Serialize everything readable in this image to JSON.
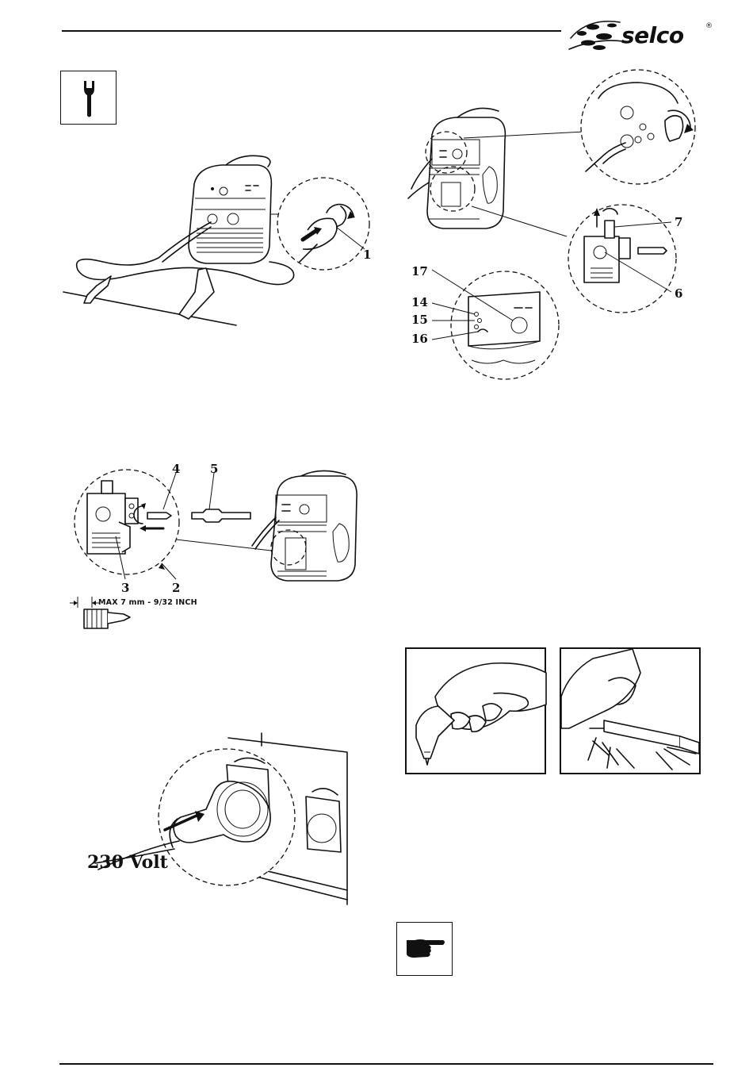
{
  "header": {
    "brand": "selco",
    "registered_mark": "®"
  },
  "figure_top_left": {
    "callouts": [
      "1"
    ]
  },
  "figure_top_right": {
    "callouts": [
      "7",
      "6",
      "17",
      "14",
      "15",
      "16"
    ]
  },
  "figure_middle_left": {
    "callouts": [
      "4",
      "5",
      "3",
      "2"
    ],
    "dimension_label": "MAX 7 mm - 9/32 INCH"
  },
  "figure_bottom_left": {
    "voltage_label": "230 Volt"
  },
  "icons": {
    "maintenance": "wrench-icon",
    "note": "pointing-hand-icon"
  },
  "colors": {
    "ink": "#111111",
    "paper": "#ffffff"
  }
}
